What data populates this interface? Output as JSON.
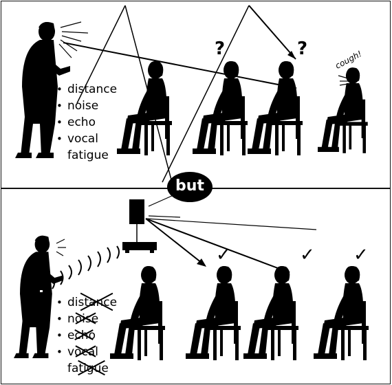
{
  "top_panel": {
    "bullets": [
      "distance",
      "noise",
      "echo",
      "vocal",
      "fatigue"
    ],
    "question_mark": "?",
    "cough_label": "cough!"
  },
  "divider_label": "but",
  "bottom_panel": {
    "bullets": [
      "distance",
      "noise",
      "echo",
      "vocal",
      "fatigue"
    ],
    "check_mark": "✓"
  }
}
